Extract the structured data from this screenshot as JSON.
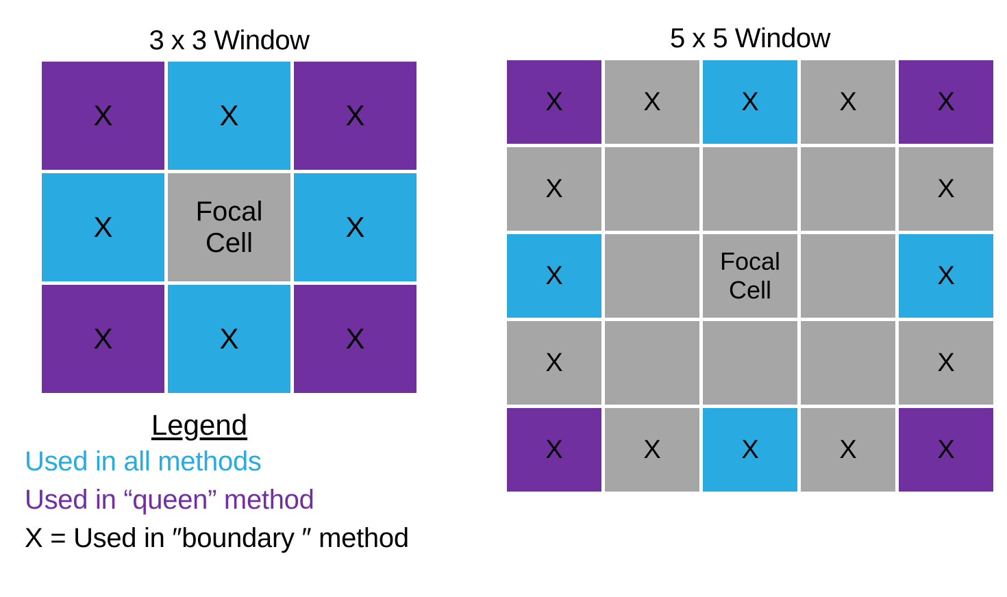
{
  "colors": {
    "all_methods": "#29ABE2",
    "queen_method": "#7030A0",
    "neutral": "#A6A6A6",
    "mark": "#000000",
    "background": "#ffffff"
  },
  "marks": {
    "x": "X",
    "focal": "Focal\nCell"
  },
  "panels": [
    {
      "id": "window-3x3",
      "title": "3 x 3 Window",
      "rows": 3,
      "cols": 3,
      "cells": [
        {
          "color": "purple",
          "mark": "X"
        },
        {
          "color": "blue",
          "mark": "X"
        },
        {
          "color": "purple",
          "mark": "X"
        },
        {
          "color": "blue",
          "mark": "X"
        },
        {
          "color": "gray",
          "mark": "Focal\nCell"
        },
        {
          "color": "blue",
          "mark": "X"
        },
        {
          "color": "purple",
          "mark": "X"
        },
        {
          "color": "blue",
          "mark": "X"
        },
        {
          "color": "purple",
          "mark": "X"
        }
      ]
    },
    {
      "id": "window-5x5",
      "title": "5 x 5 Window",
      "rows": 5,
      "cols": 5,
      "cells": [
        {
          "color": "purple",
          "mark": "X"
        },
        {
          "color": "gray",
          "mark": "X"
        },
        {
          "color": "blue",
          "mark": "X"
        },
        {
          "color": "gray",
          "mark": "X"
        },
        {
          "color": "purple",
          "mark": "X"
        },
        {
          "color": "gray",
          "mark": "X"
        },
        {
          "color": "gray",
          "mark": ""
        },
        {
          "color": "gray",
          "mark": ""
        },
        {
          "color": "gray",
          "mark": ""
        },
        {
          "color": "gray",
          "mark": "X"
        },
        {
          "color": "blue",
          "mark": "X"
        },
        {
          "color": "gray",
          "mark": ""
        },
        {
          "color": "gray",
          "mark": "Focal\nCell"
        },
        {
          "color": "gray",
          "mark": ""
        },
        {
          "color": "blue",
          "mark": "X"
        },
        {
          "color": "gray",
          "mark": "X"
        },
        {
          "color": "gray",
          "mark": ""
        },
        {
          "color": "gray",
          "mark": ""
        },
        {
          "color": "gray",
          "mark": ""
        },
        {
          "color": "gray",
          "mark": "X"
        },
        {
          "color": "purple",
          "mark": "X"
        },
        {
          "color": "gray",
          "mark": "X"
        },
        {
          "color": "blue",
          "mark": "X"
        },
        {
          "color": "gray",
          "mark": "X"
        },
        {
          "color": "purple",
          "mark": "X"
        }
      ]
    }
  ],
  "legend": {
    "title": "Legend",
    "entries": [
      {
        "label": "Used in all methods",
        "style": "blue-text"
      },
      {
        "label": "Used in “queen” method",
        "style": "purple-text"
      },
      {
        "label": "X = Used in ″boundary ″ method",
        "style": "black-text"
      }
    ]
  }
}
